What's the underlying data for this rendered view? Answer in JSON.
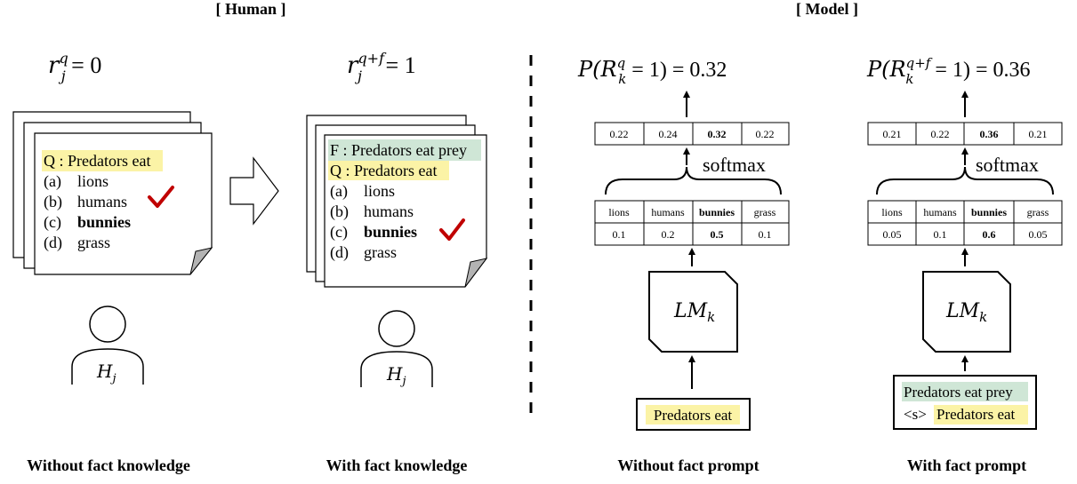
{
  "sections": {
    "human": "[ Human ]",
    "model": "[ Model ]"
  },
  "human_left": {
    "score_symbol": "r",
    "score_subscript": "j",
    "score_superscript": "q",
    "score_equals": " = 0",
    "question": "Q : Predators eat",
    "options": [
      {
        "letter": "(a)",
        "text": "lions"
      },
      {
        "letter": "(b)",
        "text": "humans"
      },
      {
        "letter": "(c)",
        "text": "bunnies"
      },
      {
        "letter": "(d)",
        "text": "grass"
      }
    ],
    "person_symbol": "H",
    "person_subscript": "j",
    "caption": "Without fact knowledge"
  },
  "human_right": {
    "score_symbol": "r",
    "score_subscript": "j",
    "score_superscript": "q+f",
    "score_equals": " = 1",
    "fact": "F : Predators eat prey",
    "question": "Q : Predators eat",
    "options": [
      {
        "letter": "(a)",
        "text": "lions"
      },
      {
        "letter": "(b)",
        "text": "humans"
      },
      {
        "letter": "(c)",
        "text": "bunnies"
      },
      {
        "letter": "(d)",
        "text": "grass"
      }
    ],
    "person_symbol": "H",
    "person_subscript": "j",
    "caption": "With fact knowledge"
  },
  "model_left": {
    "prob_prefix": "P(",
    "prob_symbol": "R",
    "prob_subscript": "k",
    "prob_superscript": "q",
    "prob_suffix": " = 1) = 0.32",
    "softmax_values": [
      "0.22",
      "0.24",
      "0.32",
      "0.22"
    ],
    "softmax_label": "softmax",
    "token_labels": [
      "lions",
      "humans",
      "bunnies",
      "grass"
    ],
    "logits": [
      "0.1",
      "0.2",
      "0.5",
      "0.1"
    ],
    "lm_symbol": "LM",
    "lm_subscript": "k",
    "prompt_lines": [
      "Predators eat"
    ],
    "caption": "Without fact prompt"
  },
  "model_right": {
    "prob_prefix": "P(",
    "prob_symbol": "R",
    "prob_subscript": "k",
    "prob_superscript": "q+f",
    "prob_suffix": " = 1) = 0.36",
    "softmax_values": [
      "0.21",
      "0.22",
      "0.36",
      "0.21"
    ],
    "softmax_label": "softmax",
    "token_labels": [
      "lions",
      "humans",
      "bunnies",
      "grass"
    ],
    "logits": [
      "0.05",
      "0.1",
      "0.6",
      "0.05"
    ],
    "lm_symbol": "LM",
    "lm_subscript": "k",
    "prompt_fact": "Predators eat prey",
    "prompt_token": "<s>",
    "prompt_question": "Predators eat",
    "caption": "With fact prompt"
  },
  "colors": {
    "question_highlight": "#fbf3a6",
    "fact_highlight": "#cfe6d6",
    "checkmark": "#c00000",
    "outline": "#000000",
    "page_fold": "#b3b3b3"
  }
}
